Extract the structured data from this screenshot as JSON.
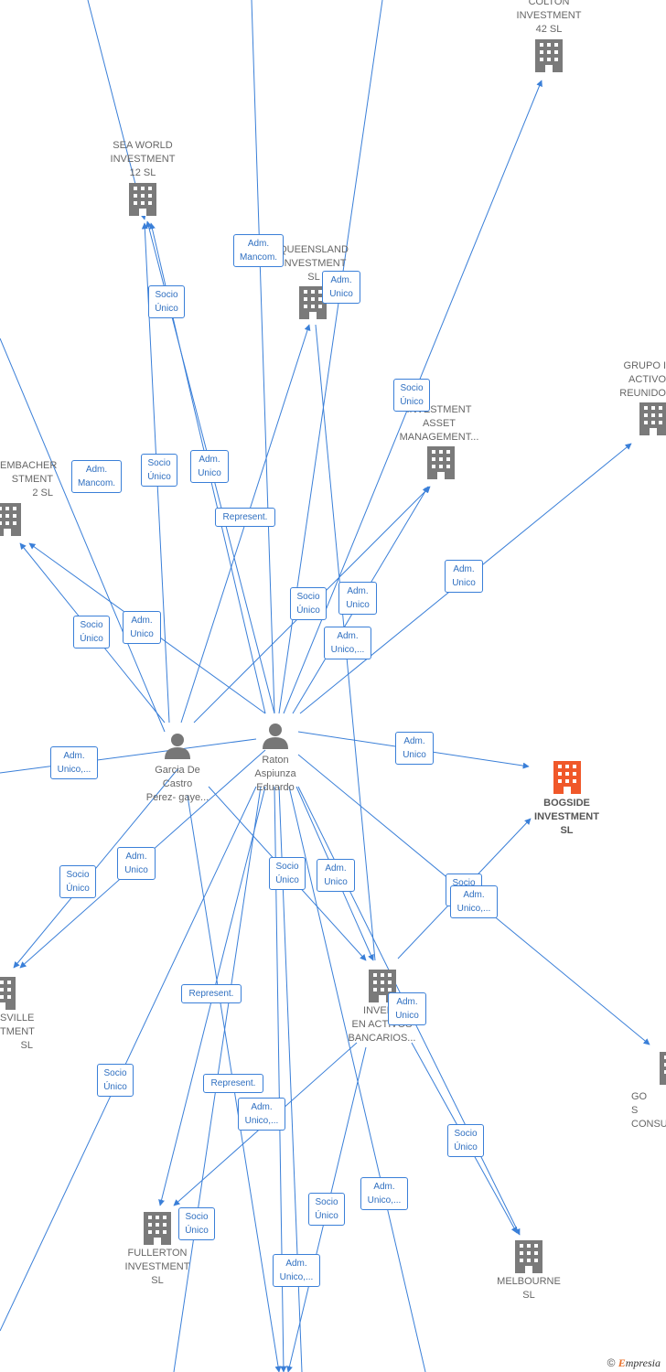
{
  "colors": {
    "edge": "#3a7fd8",
    "building": "#7a7a7a",
    "focus": "#f0582a",
    "person": "#777777",
    "label": "#666666"
  },
  "nodes": {
    "colton": {
      "label": "COLTON\nINVESTMENT\n42  SL",
      "icon": "building-icon"
    },
    "sea_world": {
      "label": "SEA WORLD\nINVESTMENT\n12  SL",
      "icon": "building-icon"
    },
    "queensland": {
      "label": "QUEENSLAND\nINVESTMENT\nSL",
      "icon": "building-icon"
    },
    "investment_asset": {
      "label": "INVESTMENT\nASSET\nMANAGEMENT...",
      "icon": "building-icon"
    },
    "grupo": {
      "label": "GRUPO I\nACTIVO\nREUNIDO",
      "icon": "building-icon"
    },
    "embacher": {
      "label": "EMBACHER\nSTMENT\n2  SL",
      "icon": "building-icon"
    },
    "bogside": {
      "label": "BOGSIDE\nINVESTMENT\nSL",
      "icon": "building-icon"
    },
    "garcia": {
      "label": "Garcia De\nCastro\nPerez- gaye...",
      "icon": "person-icon"
    },
    "raton": {
      "label": "Raton\nAspiunza\nEduardo",
      "icon": "person-icon"
    },
    "sville": {
      "label": "SVILLE\nTMENT\nSL",
      "icon": "building-icon"
    },
    "inversiones": {
      "label": "INVERS\nEN ACTIVOS\nBANCARIOS...",
      "icon": "building-icon"
    },
    "go_consu": {
      "label": "GO\nS\nCONSU",
      "icon": "building-icon"
    },
    "fullerton": {
      "label": "FULLERTON\nINVESTMENT\nSL",
      "icon": "building-icon"
    },
    "melbourne": {
      "label": "MELBOURNE\nSL",
      "icon": "building-icon"
    }
  },
  "relations": [
    "Adm.\nMancom.",
    "Adm.\nUnico",
    "Socio\nÚnico",
    "Socio\nÚnico",
    "Adm.\nMancom.",
    "Socio\nÚnico",
    "Adm.\nUnico",
    "Represent.",
    "Adm.\nUnico",
    "Socio\nÚnico",
    "Adm.\nUnico",
    "Adm.\nUnico,...",
    "Socio\nÚnico",
    "Adm.\nUnico",
    "Adm.\nUnico,...",
    "Adm.\nUnico",
    "Socio\nÚnico",
    "Adm.\nUnico",
    "Socio\nÚnico",
    "Adm.\nUnico",
    "Socio\nÚnico",
    "Adm.\nUnico,...",
    "Represent.",
    "Adm.\nUnico",
    "Socio\nÚnico",
    "Represent.",
    "Adm.\nUnico,...",
    "Socio\nÚnico",
    "Socio\nÚnico",
    "Socio\nÚnico",
    "Adm.\nUnico,...",
    "Adm.\nUnico,..."
  ],
  "footer": {
    "copyright": "©",
    "brand_initial": "E",
    "brand_rest": "mpresia"
  }
}
